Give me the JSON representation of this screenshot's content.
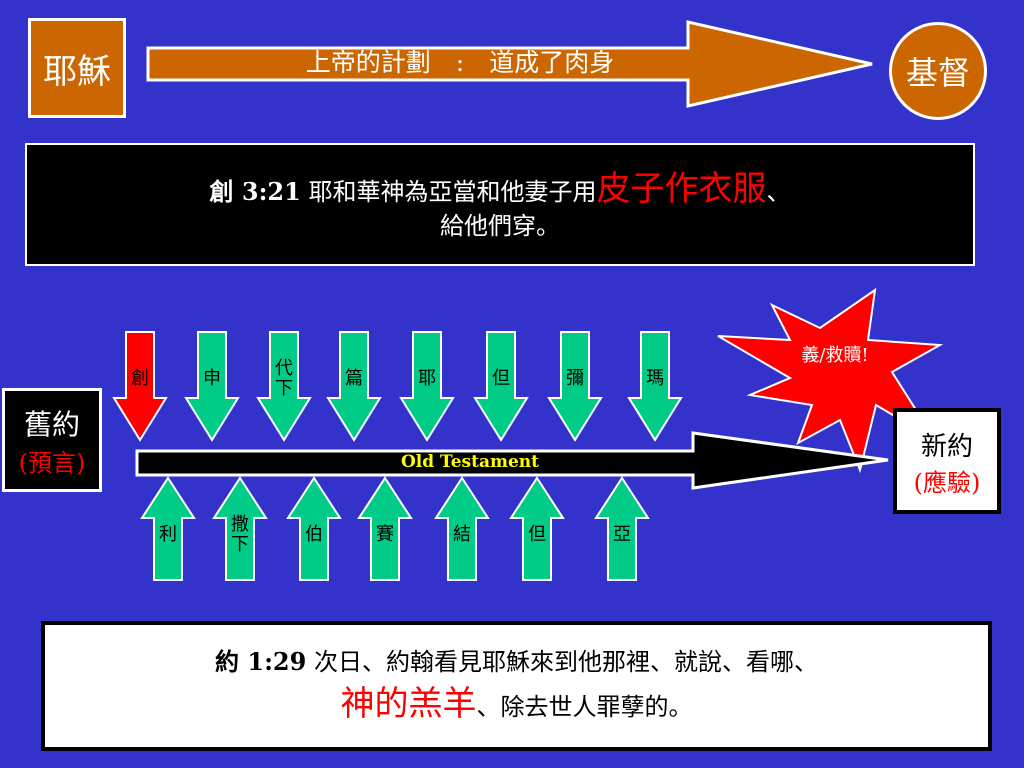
{
  "header": {
    "left_box": "耶穌",
    "arrow_text": "上帝的計劃　:　道成了肉身",
    "right_circle": "基督"
  },
  "verse_top": {
    "ref": "創 3:21",
    "text1": " 耶和華神為亞當和他妻子用",
    "highlight": "皮子作衣服",
    "text1_end": "、",
    "text2": "給他們穿。"
  },
  "burst_text": "義/救贖!",
  "old_box": {
    "title": "舊約",
    "sub": "(預言)"
  },
  "new_box": {
    "title": "新約",
    "sub": "(應驗)"
  },
  "timeline_label": "Old Testament",
  "top_arrows": [
    "創",
    "申",
    "代\n下",
    "篇",
    "耶",
    "但",
    "彌",
    "瑪"
  ],
  "bottom_arrows": [
    "利",
    "撒\n下",
    "伯",
    "賽",
    "結",
    "但",
    "亞"
  ],
  "verse_bottom": {
    "ref": "約 1:29",
    "text1": " 次日、約翰看見耶穌來到他那裡、就說、看哪、",
    "highlight": "神的羔羊",
    "text2": "、除去世人罪孽的。"
  },
  "colors": {
    "background": "#3333cc",
    "orange": "#cc6600",
    "green": "#00cc88",
    "red": "#ff0000",
    "black": "#000000",
    "white": "#ffffff"
  }
}
